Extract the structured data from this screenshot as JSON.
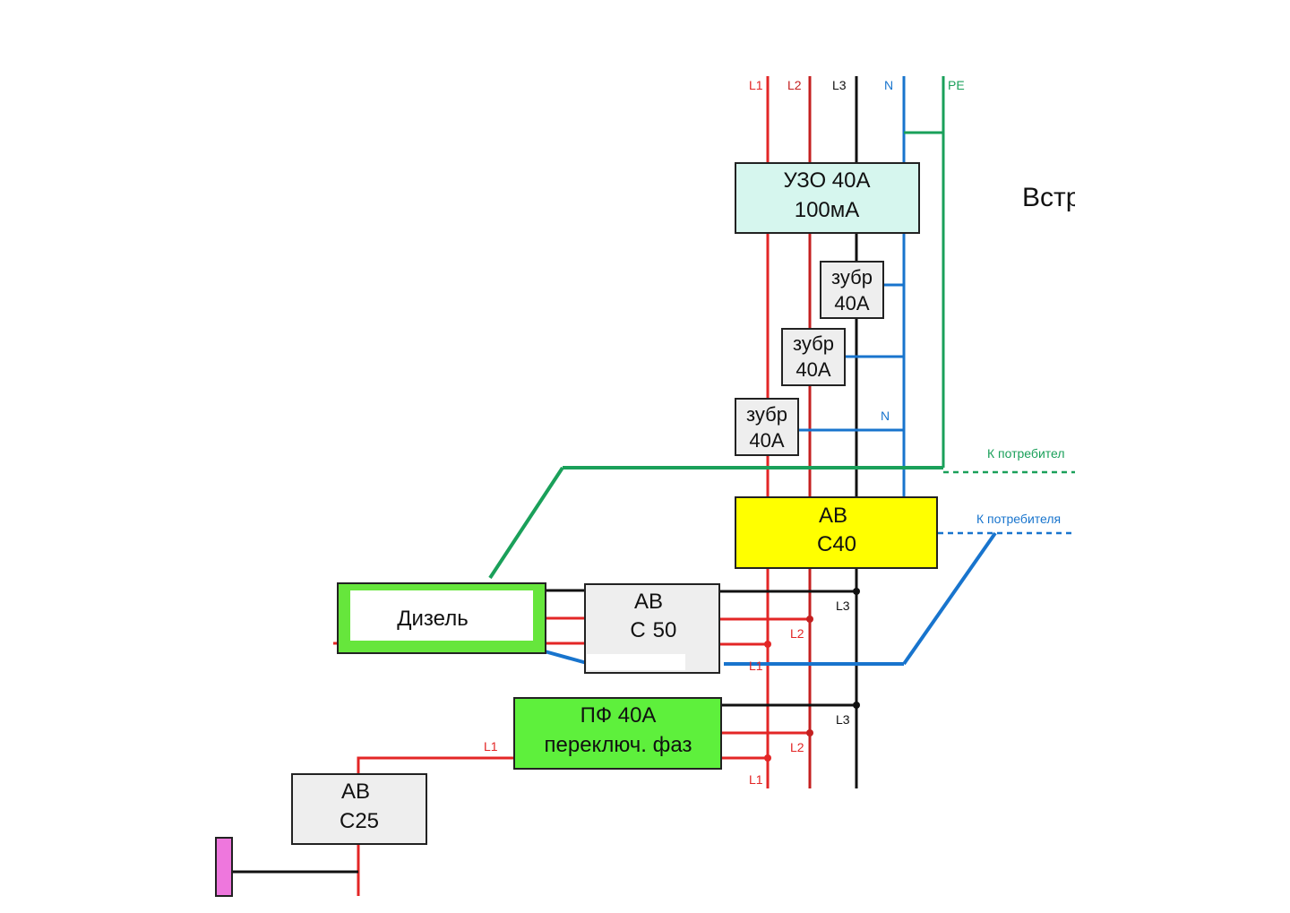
{
  "bus_labels": {
    "l1": "L1",
    "l2": "L2",
    "l3": "L3",
    "n": "N",
    "pe": "PE"
  },
  "uzo": {
    "line1": "УЗО 40А",
    "line2": "100мА"
  },
  "zubr": [
    {
      "line1": "зубр",
      "line2": "40А"
    },
    {
      "line1": "зубр",
      "line2": "40А"
    },
    {
      "line1": "зубр",
      "line2": "40А"
    }
  ],
  "n_label_mid": "N",
  "heading_partial": "Встр",
  "consumer_green": "К потребител",
  "consumer_blue": "К потребителя",
  "av_c40": {
    "line1": "АВ",
    "line2": "С40"
  },
  "diesel": "Дизель",
  "av_c50": {
    "line1": "АВ",
    "line2": "С",
    "line2_value": "50"
  },
  "pf": {
    "line1": "ПФ 40А",
    "line2": "переключ. фаз"
  },
  "av_c25": {
    "line1": "АВ",
    "line2": "С25"
  },
  "wire_labels": {
    "l3_a": "L3",
    "l2_a": "L2",
    "l1_a": "L1",
    "l3_b": "L3",
    "l2_b": "L2",
    "l1_b": "L1",
    "l1_pf": "L1"
  },
  "colors": {
    "phase_red": "#e32626",
    "phase_dark_red": "#c42020",
    "neutral_blue": "#1874cd",
    "pe_green": "#1aa05a",
    "black": "#111111",
    "uzo_fill": "#d6f6ee",
    "av_c40_fill": "#ffff00",
    "box_grey": "#eeeeee",
    "green_box": "#5ef03c",
    "diesel_border": "#66e63c",
    "pink_block": "#ee77dd"
  }
}
